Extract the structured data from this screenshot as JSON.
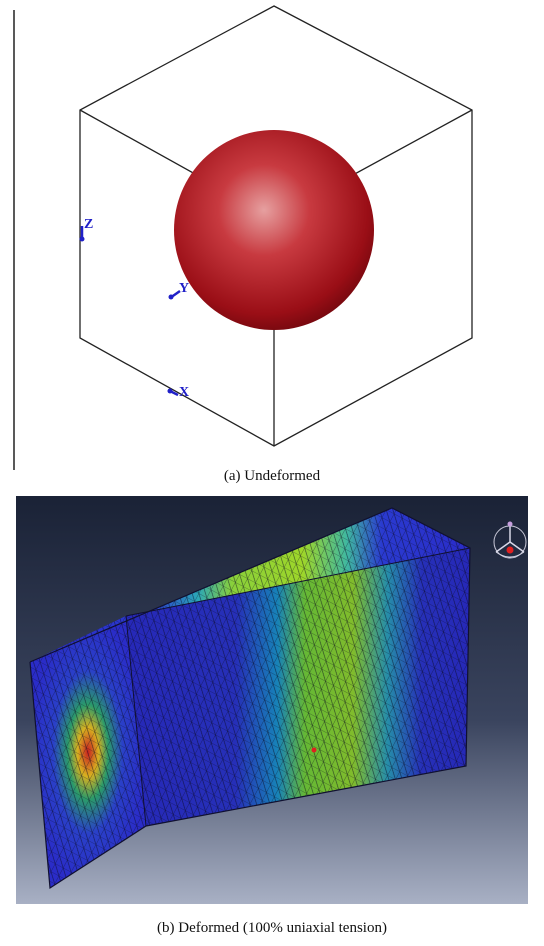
{
  "panel_a": {
    "caption": "(a) Undeformed",
    "axes": {
      "z": "Z",
      "y": "Y",
      "x": "X"
    },
    "colors": {
      "sphere": "#b0141c",
      "edges": "#222222",
      "axis": "#2020c8"
    }
  },
  "panel_b": {
    "caption": "(b) Deformed (100% uniaxial tension)",
    "colors": {
      "background_top": "#1a2236",
      "background_bottom": "#9aa3b8",
      "low": "#2a2cc8",
      "mid": "#1a8ec8",
      "high": "#9ed62a"
    }
  }
}
